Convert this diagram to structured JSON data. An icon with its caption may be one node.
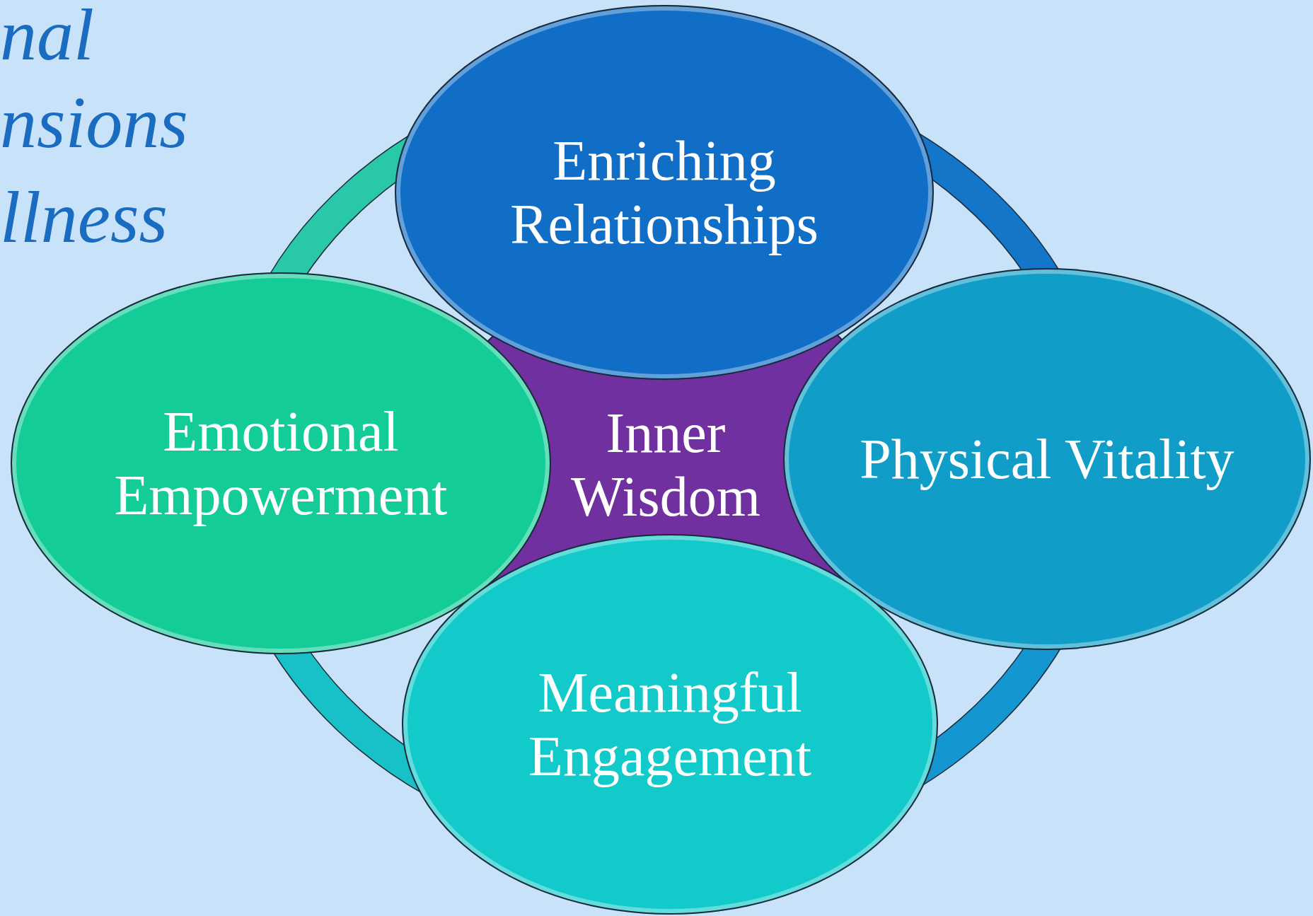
{
  "diagram": {
    "nodes": [
      {
        "text": [
          "Inner Wisdom"
        ]
      },
      {
        "text": [
          "Enriching Relationships"
        ]
      },
      {
        "text": [
          "Emotional Empowerment"
        ]
      },
      {
        "text": [
          "Physical Vitality"
        ]
      },
      {
        "text": [
          "Meaningful Engagement"
        ]
      }
    ],
    "labels": [
      "nal",
      "nsions",
      "llness"
    ]
  }
}
